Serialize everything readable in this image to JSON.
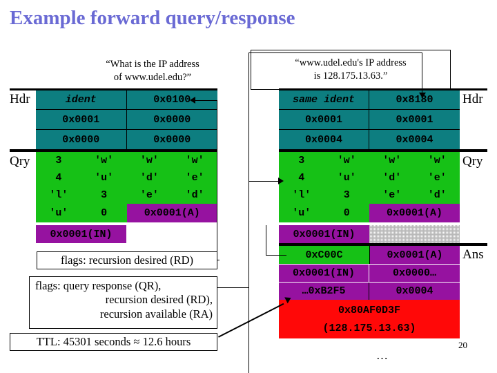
{
  "title": "Example forward query/response",
  "colors": {
    "title": "#6a6ad4",
    "header_teal": "#0d7e80",
    "query_green": "#16c116",
    "record_purple": "#9612a0",
    "address_red": "#ff0808"
  },
  "slide_number": "20",
  "bottom_ellipsis": "…",
  "query_packet": {
    "quote_line1": "“What is the IP address",
    "quote_line2": "of www.udel.edu?”",
    "section_labels": {
      "header": "Hdr",
      "query": "Qry"
    },
    "header_rows": [
      {
        "left": "ident",
        "right": "0x0100"
      },
      {
        "left": "0x0001",
        "right": "0x0000"
      },
      {
        "left": "0x0000",
        "right": "0x0000"
      }
    ],
    "query_rows": [
      [
        "3",
        "'w'",
        "'w'",
        "'w'"
      ],
      [
        "4",
        "'u'",
        "'d'",
        "'e'"
      ],
      [
        "'l'",
        "3",
        "'e'",
        "'d'"
      ],
      [
        "'u'",
        "0",
        "0x0001(A)",
        ""
      ]
    ],
    "class_row": "0x0001(IN)"
  },
  "response_packet": {
    "quote_line1": "“www.udel.edu's IP address",
    "quote_line2": "is 128.175.13.63.”",
    "section_labels": {
      "header": "Hdr",
      "query": "Qry",
      "answer": "Ans"
    },
    "header_rows": [
      {
        "left": "same ident",
        "right": "0x8180"
      },
      {
        "left": "0x0001",
        "right": "0x0001"
      },
      {
        "left": "0x0004",
        "right": "0x0004"
      }
    ],
    "query_rows": [
      [
        "3",
        "'w'",
        "'w'",
        "'w'"
      ],
      [
        "4",
        "'u'",
        "'d'",
        "'e'"
      ],
      [
        "'l'",
        "3",
        "'e'",
        "'d'"
      ],
      [
        "'u'",
        "0",
        "0x0001(A)",
        ""
      ]
    ],
    "class_row": "0x0001(IN)",
    "answer_rows": [
      {
        "left": "0xC00C",
        "right": "0x0001(A)"
      },
      {
        "left": "0x0001(IN)",
        "right": "0x0000…"
      },
      {
        "left": "…0xB2F5",
        "right": "0x0004"
      }
    ],
    "rdata": {
      "line1": "0x80AF0D3F",
      "line2": "(128.175.13.63)"
    }
  },
  "annotations": {
    "rd_flag": "flags: recursion desired (RD)",
    "qr_flags_line1": "flags: query response (QR),",
    "qr_flags_line2": "recursion desired (RD),",
    "qr_flags_line3": "recursion available (RA)",
    "ttl": "TTL: 45301 seconds ≈ 12.6 hours"
  }
}
